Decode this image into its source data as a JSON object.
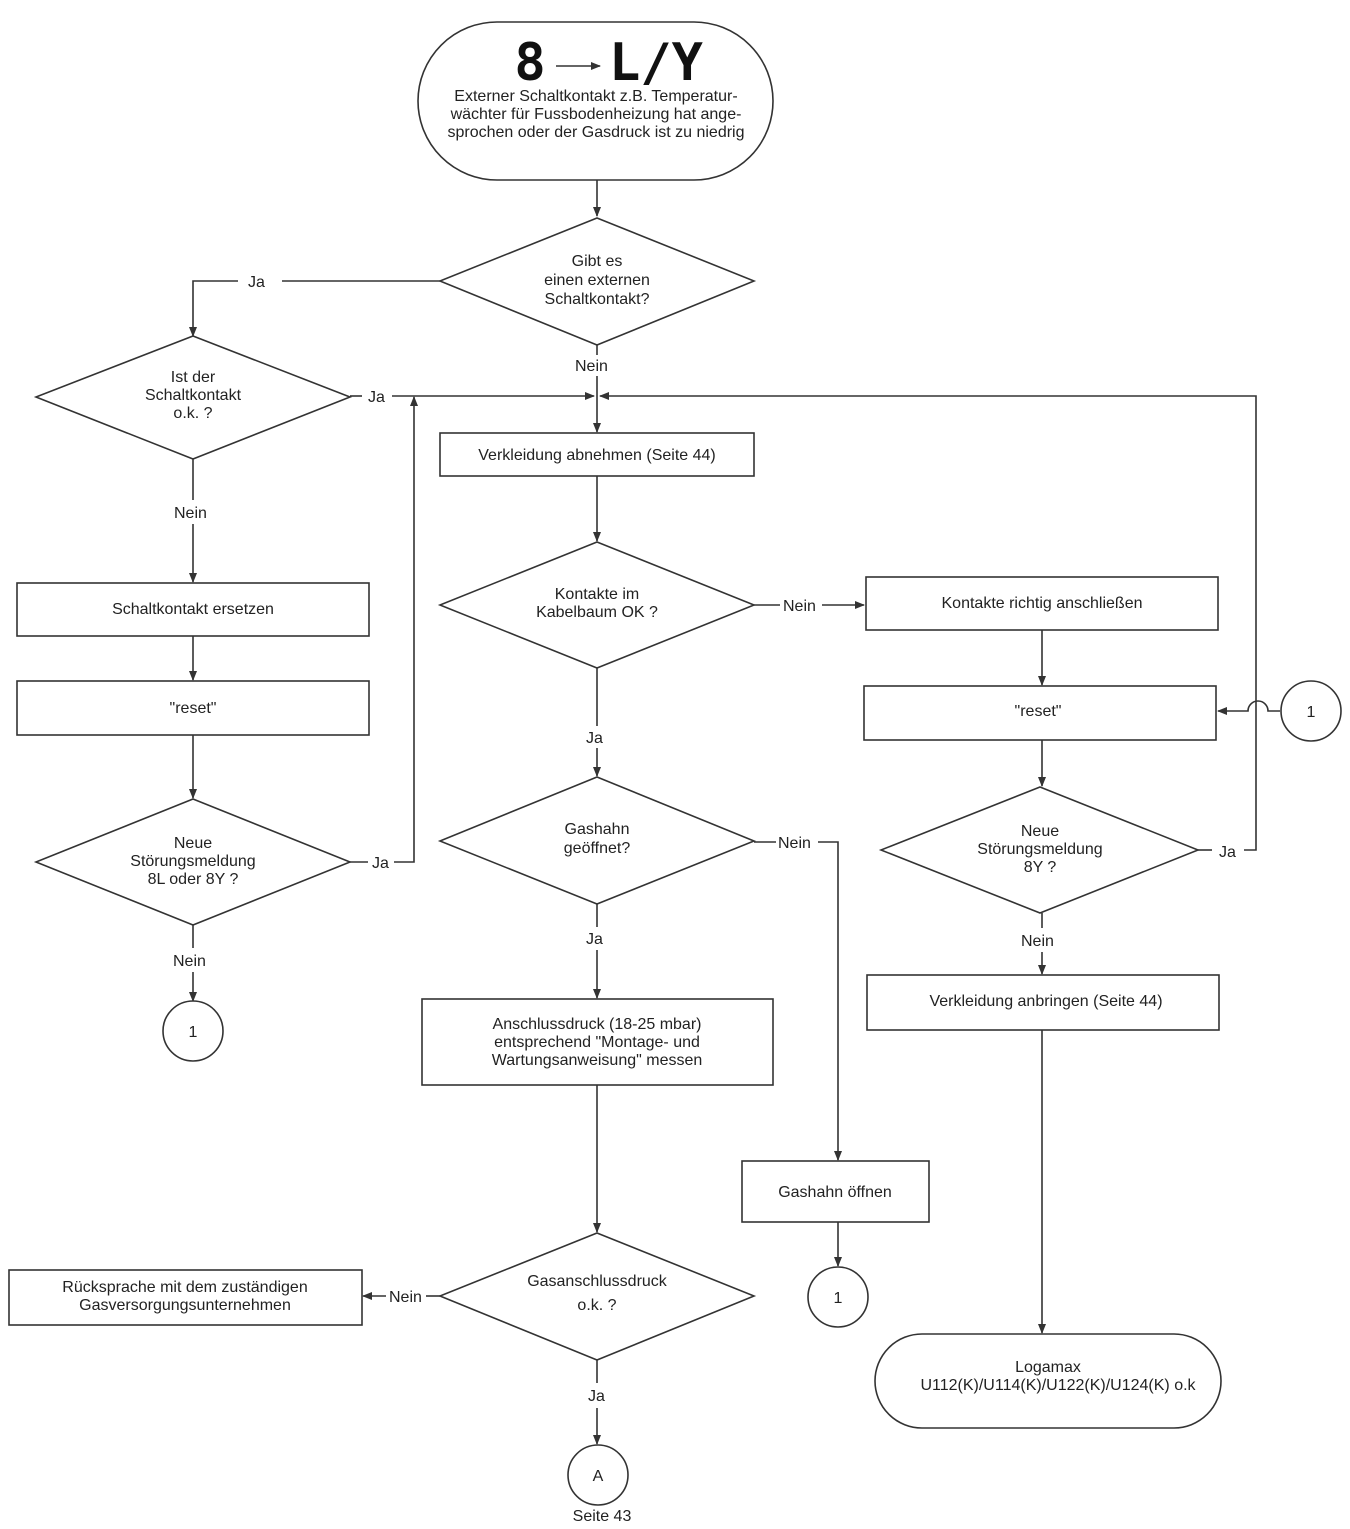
{
  "start": {
    "code_from": "8",
    "code_to": "L/Y",
    "lines": [
      "Externer Schaltkontakt z.B. Temperatur-",
      "wächter für Fussbodenheizung hat ange-",
      "sprochen oder der Gasdruck ist zu  niedrig"
    ]
  },
  "d_extern": [
    "Gibt es",
    "einen externen",
    "Schaltkontakt?"
  ],
  "d_schalt_ok": [
    "Ist der",
    "Schaltkontakt",
    "o.k. ?"
  ],
  "p_verkleidung_ab": "Verkleidung abnehmen (Seite 44)",
  "p_schalt_ersetzen": "Schaltkontakt ersetzen",
  "p_reset_left": "\"reset\"",
  "d_neue_links": [
    "Neue",
    "Störungsmeldung",
    "8L oder 8Y ?"
  ],
  "d_kontakte": [
    "Kontakte im",
    "Kabelbaum OK ?"
  ],
  "p_kontakte_anschl": "Kontakte richtig anschließen",
  "p_reset_right": "\"reset\"",
  "d_neue_rechts": [
    "Neue",
    "Störungsmeldung",
    "8Y ?"
  ],
  "p_verkleidung_an": "Verkleidung anbringen (Seite 44)",
  "d_gashahn": [
    "Gashahn",
    "geöffnet?"
  ],
  "p_anschlussdruck": [
    "Anschlussdruck (18-25 mbar)",
    "entsprechend \"Montage- und",
    "Wartungsanweisung\" messen"
  ],
  "p_gashahn_oeffnen": "Gashahn öffnen",
  "d_gasdruck": [
    "Gasanschlussdruck",
    "o.k. ?"
  ],
  "p_ruecksprache": [
    "Rücksprache mit dem zuständigen",
    "Gasversorgungsunternehmen"
  ],
  "end": [
    "Logamax",
    "U112(K)/U114(K)/U122(K)/U124(K) o.k"
  ],
  "connector_1": "1",
  "connector_a": "A",
  "connector_a_caption": "Seite 43",
  "labels": {
    "ja": "Ja",
    "nein": "Nein"
  }
}
